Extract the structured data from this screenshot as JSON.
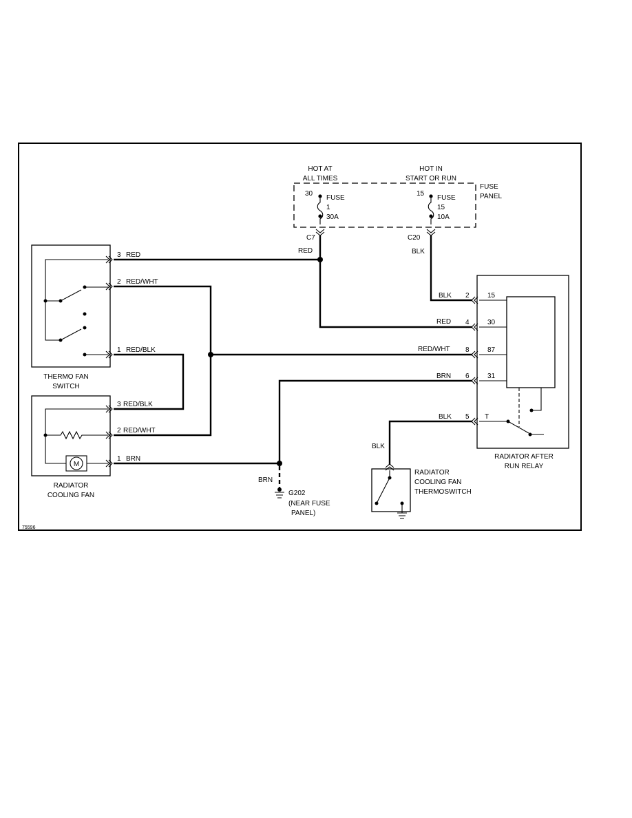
{
  "fuse_panel": {
    "label_line1": "FUSE",
    "label_line2": "PANEL",
    "hot_at_line1": "HOT AT",
    "hot_at_line2": "ALL TIMES",
    "hot_in_line1": "HOT IN",
    "hot_in_line2": "START OR RUN",
    "fuse1": {
      "terminal": "30",
      "word": "FUSE",
      "number": "1",
      "rating": "30A"
    },
    "fuse15": {
      "terminal": "15",
      "word": "FUSE",
      "number": "15",
      "rating": "10A"
    },
    "connector_c7": "C7",
    "connector_c20": "C20"
  },
  "wires": {
    "red_from_c7": "RED",
    "blk_from_c20": "BLK",
    "relay_pin2": "BLK",
    "relay_pin4": "RED",
    "relay_pin8": "RED/WHT",
    "relay_pin6": "BRN",
    "relay_pin5": "BLK",
    "thermoswitch_blk": "BLK",
    "ground_brn": "BRN"
  },
  "thermo_fan_switch": {
    "name_line1": "THERMO FAN",
    "name_line2": "SWITCH",
    "pins": [
      {
        "pin": "3",
        "wire": "RED"
      },
      {
        "pin": "2",
        "wire": "RED/WHT"
      },
      {
        "pin": "1",
        "wire": "RED/BLK"
      }
    ]
  },
  "radiator_cooling_fan": {
    "name_line1": "RADIATOR",
    "name_line2": "COOLING FAN",
    "motor_symbol": "M",
    "pins": [
      {
        "pin": "3",
        "wire": "RED/BLK"
      },
      {
        "pin": "2",
        "wire": "RED/WHT"
      },
      {
        "pin": "1",
        "wire": "BRN"
      }
    ]
  },
  "relay": {
    "name_line1": "RADIATOR AFTER",
    "name_line2": "RUN RELAY",
    "pins": [
      {
        "pin": "2",
        "terminal": "15"
      },
      {
        "pin": "4",
        "terminal": "30"
      },
      {
        "pin": "8",
        "terminal": "87"
      },
      {
        "pin": "6",
        "terminal": "31"
      },
      {
        "pin": "5",
        "terminal": "T"
      }
    ]
  },
  "thermoswitch": {
    "name_line1": "RADIATOR",
    "name_line2": "COOLING FAN",
    "name_line3": "THERMOSWITCH"
  },
  "ground": {
    "id": "G202",
    "note_line1": "(NEAR FUSE",
    "note_line2": "PANEL)"
  },
  "figure_id": "75596"
}
